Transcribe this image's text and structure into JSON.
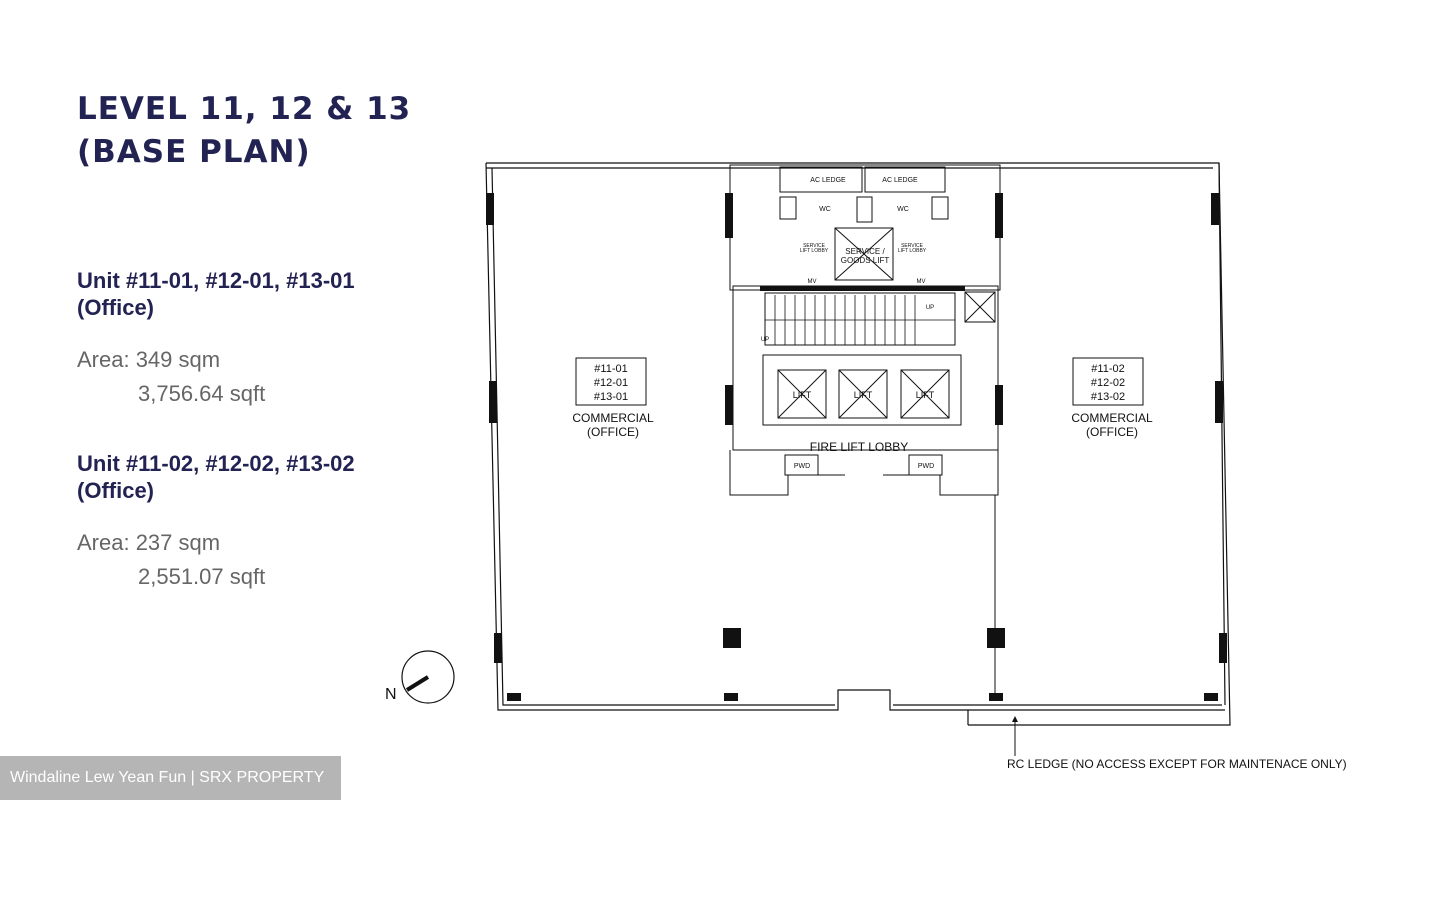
{
  "title": {
    "line1": "LEVEL 11, 12 & 13",
    "line2": "(BASE PLAN)"
  },
  "units": [
    {
      "heading": "Unit #11-01, #12-01, #13-01",
      "type": "(Office)",
      "area_sqm": "Area: 349 sqm",
      "area_sqft": "3,756.64 sqft"
    },
    {
      "heading": "Unit #11-02, #12-02, #13-02",
      "type": "(Office)",
      "area_sqm": "Area: 237 sqm",
      "area_sqft": "2,551.07 sqft"
    }
  ],
  "plan": {
    "unit_left": {
      "nums": [
        "#11-01",
        "#12-01",
        "#13-01"
      ],
      "use1": "COMMERCIAL",
      "use2": "(OFFICE)"
    },
    "unit_right": {
      "nums": [
        "#11-02",
        "#12-02",
        "#13-02"
      ],
      "use1": "COMMERCIAL",
      "use2": "(OFFICE)"
    },
    "ac_ledge": "AC LEDGE",
    "wc": "WC",
    "service_lobby1": "SERVICE",
    "service_lobby2": "LIFT LOBBY",
    "goods_lift1": "SERVICE /",
    "goods_lift2": "GOODS LIFT",
    "mv": "MV",
    "up": "UP",
    "lift": "LIFT",
    "fire_lift_lobby": "FIRE LIFT LOBBY",
    "pwd": "PWD",
    "north": "N",
    "rc_ledge": "RC LEDGE (NO ACCESS EXCEPT FOR MAINTENACE ONLY)"
  },
  "watermark": "Windaline Lew Yean Fun | SRX PROPERTY",
  "colors": {
    "title": "#232353",
    "area_text": "#666666",
    "watermark_bg": "#b5b5b5"
  }
}
